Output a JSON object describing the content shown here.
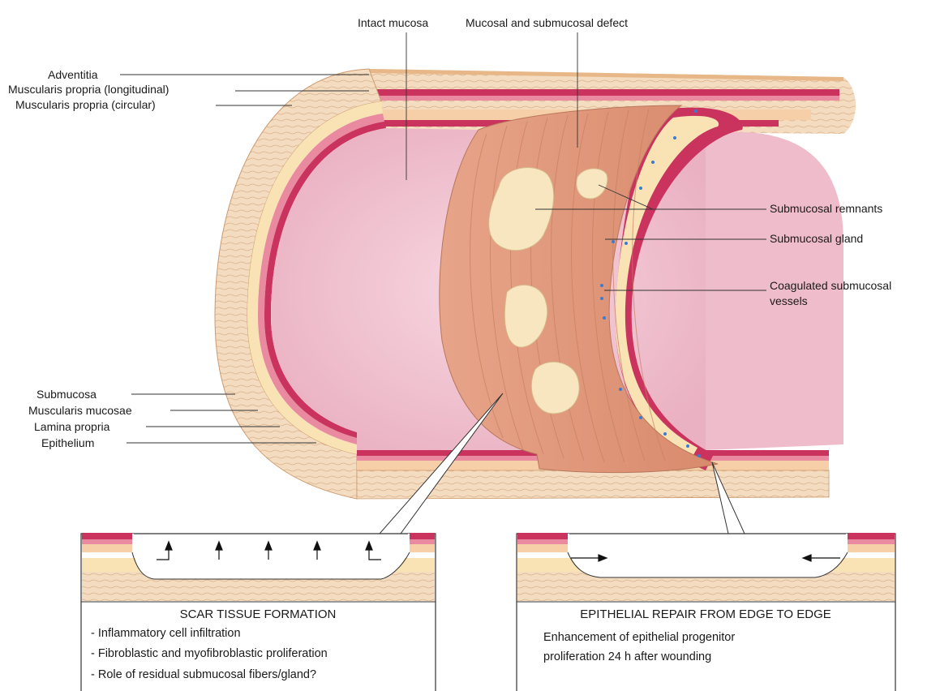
{
  "labels": {
    "top": {
      "intact_mucosa": "Intact mucosa",
      "defect": "Mucosal and submucosal defect"
    },
    "left_upper": {
      "adventitia": "Adventitia",
      "longitudinal": "Muscularis propria (longitudinal)",
      "circular": "Muscularis propria (circular)"
    },
    "left_lower": {
      "submucosa": "Submucosa",
      "muscularis_mucosae": "Muscularis mucosae",
      "lamina_propria": "Lamina propria",
      "epithelium": "Epithelium"
    },
    "right": {
      "remnants": "Submucosal remnants",
      "gland": "Submucosal gland",
      "vessels_line1": "Coagulated submucosal",
      "vessels_line2": "vessels"
    }
  },
  "panels": {
    "scar": {
      "title": "SCAR TISSUE FORMATION",
      "items": [
        "- Inflammatory cell infiltration",
        "- Fibroblastic and myofibroblastic proliferation",
        "- Role of residual submucosal fibers/gland?"
      ]
    },
    "repair": {
      "title": "EPITHELIAL REPAIR FROM EDGE TO EDGE",
      "lines": [
        "Enhancement of epithelial progenitor",
        "proliferation 24 h after wounding"
      ]
    }
  },
  "colors": {
    "lumen": "#f2c4d0",
    "epithelium": "#c9335e",
    "muscularis_mucosae": "#e98aa0",
    "lamina_propria": "#f6cfa8",
    "submucosa": "#f9e3b4",
    "muscularis": "#f3d9b8",
    "defect": "#e9a587",
    "remnant": "#f7e6c0"
  }
}
